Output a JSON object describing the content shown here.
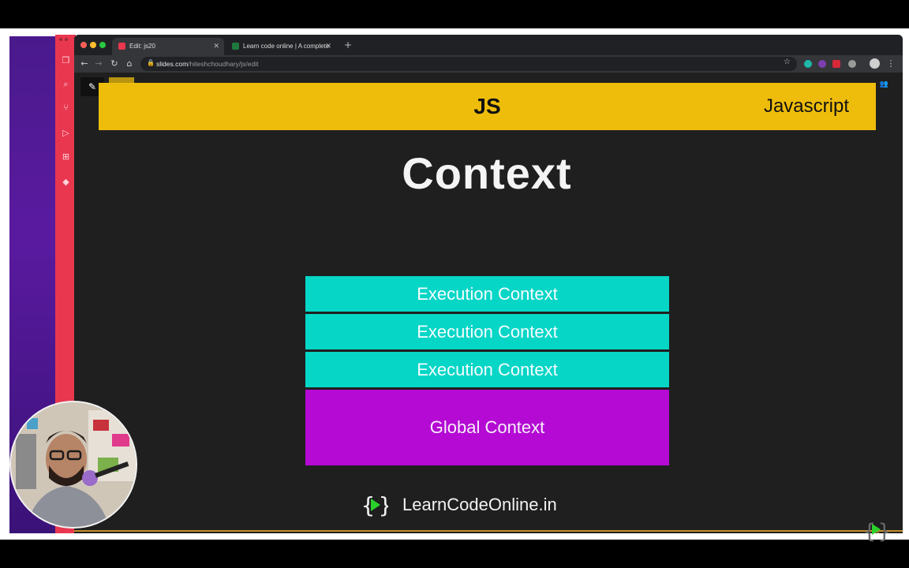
{
  "browser": {
    "tabs": [
      {
        "label": "Edit: js20",
        "active": true
      },
      {
        "label": "Learn code online | A complete",
        "active": false
      }
    ],
    "url_host": "slides.com",
    "url_path": "/hiteshchoudhary/js/edit"
  },
  "slide": {
    "header_title": "JS",
    "header_subtitle": "Javascript",
    "title": "Context",
    "stack": {
      "execution_blocks": [
        "Execution Context",
        "Execution Context",
        "Execution Context"
      ],
      "global_block": "Global Context"
    },
    "brand_text": "LearnCodeOnline.in"
  },
  "colors": {
    "header_band": "#eebd0c",
    "execution_context": "#06d6c6",
    "global_context": "#b40ad4",
    "slide_bg": "#1f1f1f",
    "brand_accent": "#2bd12b"
  },
  "icons": {
    "pen": "pen-icon",
    "present": "present-icon",
    "nav_up": "chevron-up-icon",
    "nav_down": "chevron-down-icon"
  }
}
